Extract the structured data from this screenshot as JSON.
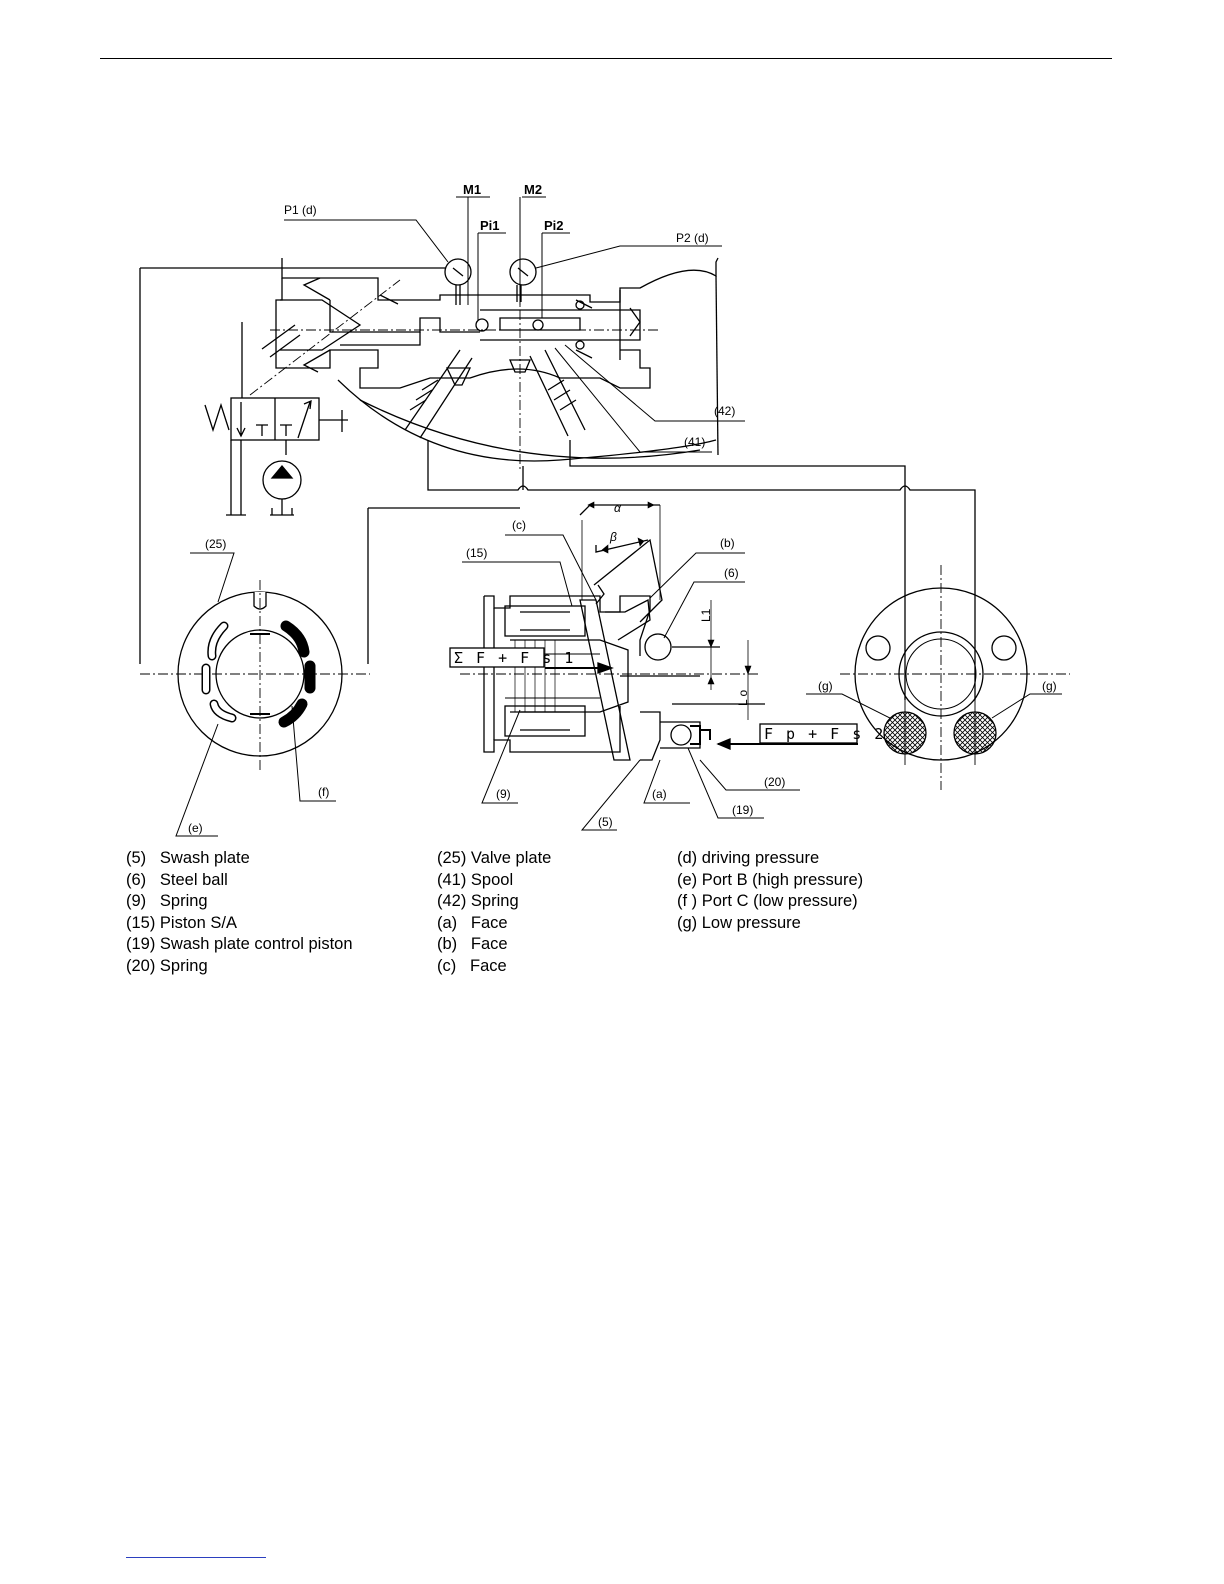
{
  "diagram": {
    "labels": {
      "p1": "P1 (d)",
      "p2": "P2 (d)",
      "m1": "M1",
      "m2": "M2",
      "pi1": "Pi1",
      "pi2": "Pi2",
      "c42": "(42)",
      "c41": "(41)",
      "c25": "(25)",
      "c15": "(15)",
      "cc": "(c)",
      "cb": "(b)",
      "c6": "(6)",
      "alpha": "α",
      "beta": "β",
      "l1": "L1",
      "lo": "L o",
      "force1": "Σ F + F s 1",
      "force2": "F p + F s 2",
      "cg_left": "(g)",
      "cg_right": "(g)",
      "cf": "(f)",
      "ce": "(e)",
      "c9": "(9)",
      "ca": "(a)",
      "c5": "(5)",
      "c20": "(20)",
      "c19": "(19)"
    }
  },
  "legend": {
    "col1": [
      "(5)   Swash plate",
      "(6)   Steel ball",
      "(9)   Spring",
      "(15) Piston S/A",
      "(19) Swash plate control piston",
      "(20) Spring"
    ],
    "col2": [
      "(25) Valve plate",
      "(41) Spool",
      "(42) Spring",
      "(a)   Face",
      "(b)   Face",
      "(c)   Face"
    ],
    "col3": [
      "(d) driving pressure",
      "(e) Port B (high pressure)",
      "(f ) Port C (low pressure)",
      "(g) Low pressure"
    ]
  }
}
